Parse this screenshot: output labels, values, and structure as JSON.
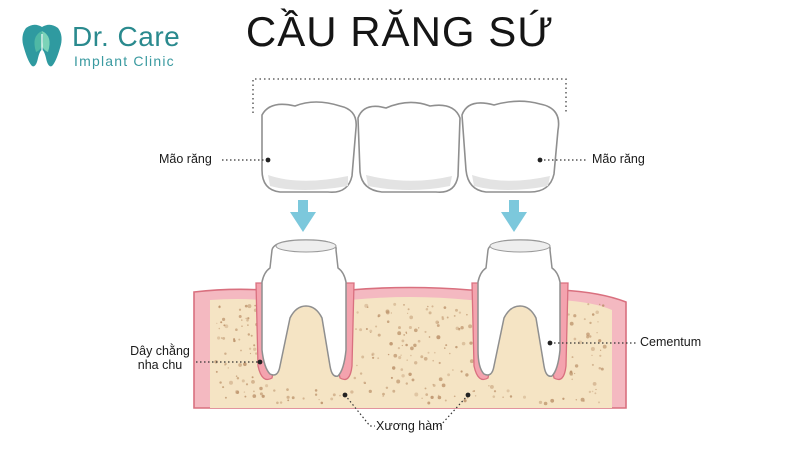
{
  "logo": {
    "brand": "Dr. Care",
    "tagline": "Implant Clinic"
  },
  "title": "CẦU RĂNG SỨ",
  "labels": {
    "crown_left": "Mão răng",
    "crown_right": "Mão răng",
    "ligament_line1": "Dây chằng",
    "ligament_line2": "nha chu",
    "cementum": "Cementum",
    "jaw_bone": "Xương hàm"
  },
  "colors": {
    "brand": "#2a8a8e",
    "gum": "#f4b9c1",
    "gum_edge": "#d9707f",
    "bone": "#f5e4c4",
    "bone_pores": "#b98e66",
    "arrow": "#7cc8dc",
    "tooth": "#ffffff",
    "tooth_shade": "#dcdcdc"
  }
}
